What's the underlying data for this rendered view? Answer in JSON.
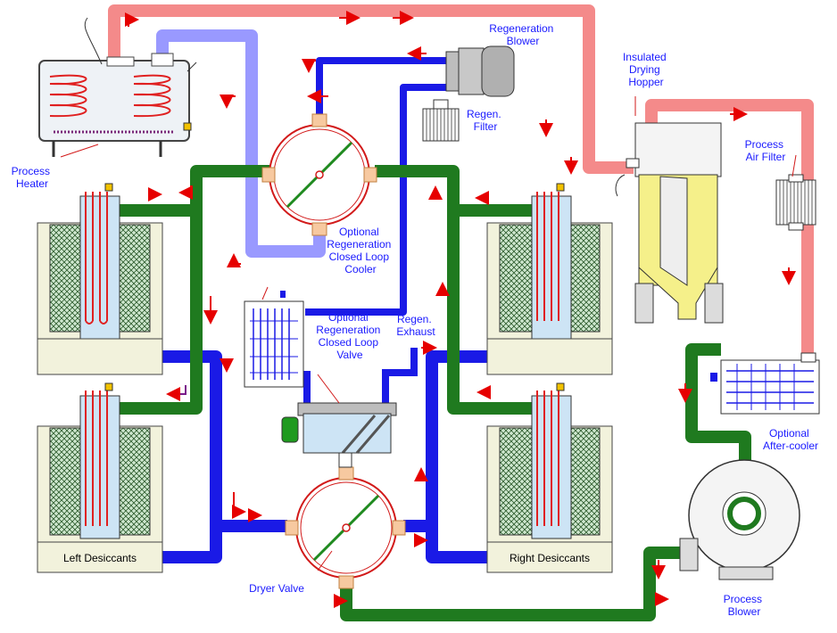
{
  "labels": {
    "regeneration_blower": [
      "Regeneration",
      "Blower"
    ],
    "regen_filter": [
      "Regen.",
      "Filter"
    ],
    "insulated_drying_hopper": [
      "Insulated",
      "Drying",
      "Hopper"
    ],
    "process_air_filter": [
      "Process",
      "Air Filter"
    ],
    "process_heater": [
      "Process",
      "Heater"
    ],
    "optional_regen_closed_loop_cooler": [
      "Optional",
      "Regeneration",
      "Closed Loop",
      "Cooler"
    ],
    "optional_regen_closed_loop_valve": [
      "Optional",
      "Regeneration",
      "Closed Loop",
      "Valve"
    ],
    "regen_exhaust": [
      "Regen.",
      "Exhaust"
    ],
    "optional_after_cooler": [
      "Optional",
      "After-cooler"
    ],
    "left_desiccants": "Left Desiccants",
    "right_desiccants": "Right Desiccants",
    "dryer_valve": "Dryer Valve",
    "process_blower": [
      "Process",
      "Blower"
    ]
  },
  "colors": {
    "hot_process_line": "#f48a8a",
    "regen_return_line": "#9999ff",
    "regen_line": "#1a1ae6",
    "green_line": "#1f7a1f",
    "label_text": "#1a1aff",
    "arrow": "#e60000",
    "heater_coil": "#e02020",
    "desiccant_fill": "#c8e6c8",
    "hopper_fill": "#f5f08a"
  },
  "icons": [
    "regeneration-blower-icon",
    "regen-filter-icon",
    "process-heater-icon",
    "drying-hopper-icon",
    "process-air-filter-icon",
    "after-cooler-icon",
    "process-blower-icon",
    "dryer-valve-icon",
    "closed-loop-valve-icon",
    "closed-loop-cooler-icon",
    "desiccant-bed-icon"
  ]
}
